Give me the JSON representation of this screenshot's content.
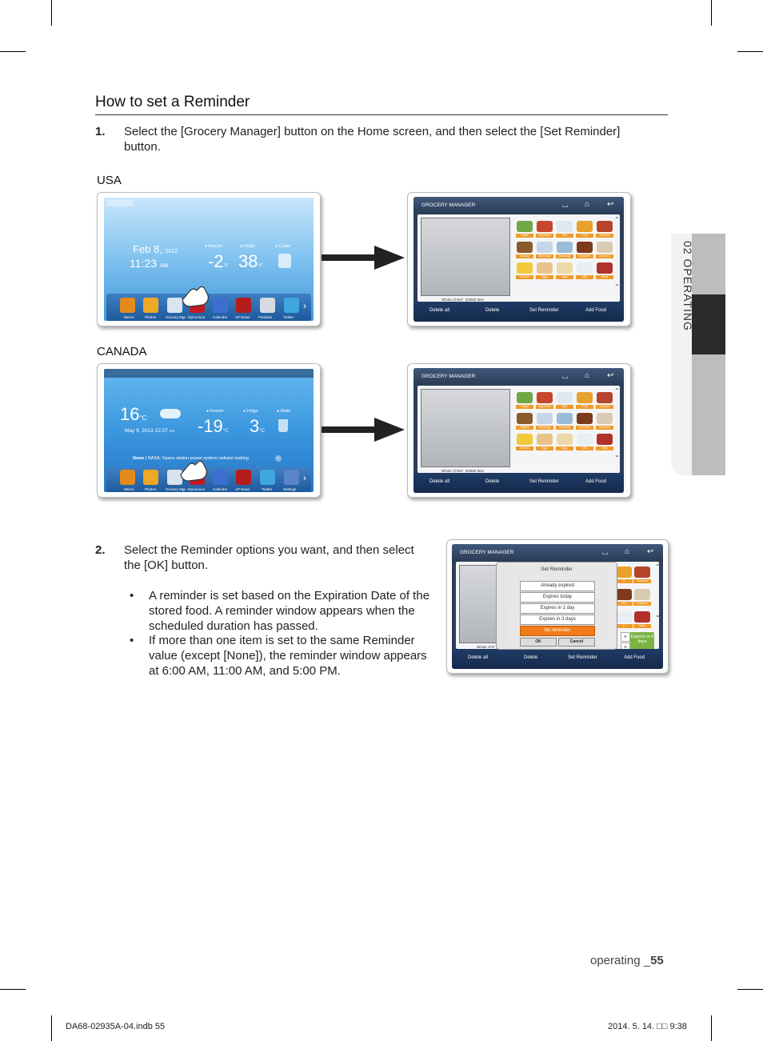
{
  "section_title": "How to set a Reminder",
  "side_tab": {
    "label": "02 OPERATING"
  },
  "step1": {
    "number": "1.",
    "text_line1": "Select the [Grocery Manager] button on the Home screen, and then select the [Set Reminder]",
    "text_line2": "button."
  },
  "regions": {
    "usa": "USA",
    "canada": "CANADA"
  },
  "usa_home": {
    "date": "Feb 8,",
    "year": "2012",
    "time": "11:23",
    "ampm": "AM",
    "freezer_label": "Freezer",
    "freezer_temp": "-2",
    "fridge_label": "Fridge",
    "fridge_temp": "38",
    "unit": "°F",
    "extra_label": "Cubed",
    "apps": [
      "Memo",
      "Photos",
      "Grocery Mgr.",
      "Epicurious",
      "Calendar",
      "AP News",
      "Pandora",
      "Twitter"
    ]
  },
  "canada_home": {
    "weather_temp": "16",
    "unit": "°C",
    "date": "May 9, 2013 22:27",
    "ampm": "PM",
    "freezer_label": "Freezer",
    "freezer_temp": "-19",
    "fridge_label": "Fridge",
    "fridge_temp": "3",
    "extra_label": "Water",
    "news_label": "News",
    "news_text": "NASA: Space station power system radiator leaking",
    "apps": [
      "Memo",
      "Photos",
      "Grocery Mgr.",
      "Epicurious",
      "Calendar",
      "AP News",
      "Twitter",
      "Settings"
    ]
  },
  "grocery_manager": {
    "title": "GROCERY MANAGER",
    "whole_of_ref": "Whole of Ref : 20/800 item",
    "food_labels": [
      "Salad",
      "Vegetable",
      "Milk",
      "Fruit",
      "Seafood",
      "Bakery",
      "Beverage",
      "Beverage",
      "Desserts",
      "Leftovers",
      "Cheese",
      "Eggs",
      "Eggs",
      "Milk",
      "Meat"
    ],
    "footer": [
      "Delete all",
      "Delete",
      "Set Reminder",
      "Add Food"
    ]
  },
  "step2": {
    "number": "2.",
    "text_line1": "Select the Reminder options you want, and then select",
    "text_line2": "the [OK] button.",
    "bullets": [
      [
        "A reminder is set based on the Expiration Date of the",
        "stored food.  A reminder window appears when the",
        "scheduled duration has passed."
      ],
      [
        "If more than one item is set to the same Reminder",
        "value (except [None]), the reminder window appears",
        "at 6:00 AM, 11:00 AM, and 5:00 PM."
      ]
    ]
  },
  "reminder_dialog": {
    "title": "Set Reminder",
    "options": [
      "Already expired",
      "Expires today",
      "Expires in 1 day",
      "Expires in 3 days",
      "No reminder"
    ],
    "ok": "OK",
    "cancel": "Cancel",
    "side_badge": "Expires in 3 days",
    "partial_labels": [
      "it",
      "Seafood",
      "erts",
      "Leftovers",
      "k",
      "Meat"
    ],
    "whole_of_ref": "Whole of R"
  },
  "page_footer": {
    "running_label": "operating _",
    "page_number": "55",
    "file": "DA68-02935A-04.indb   55",
    "stamp": "2014. 5. 14.   □□ 9:38"
  }
}
